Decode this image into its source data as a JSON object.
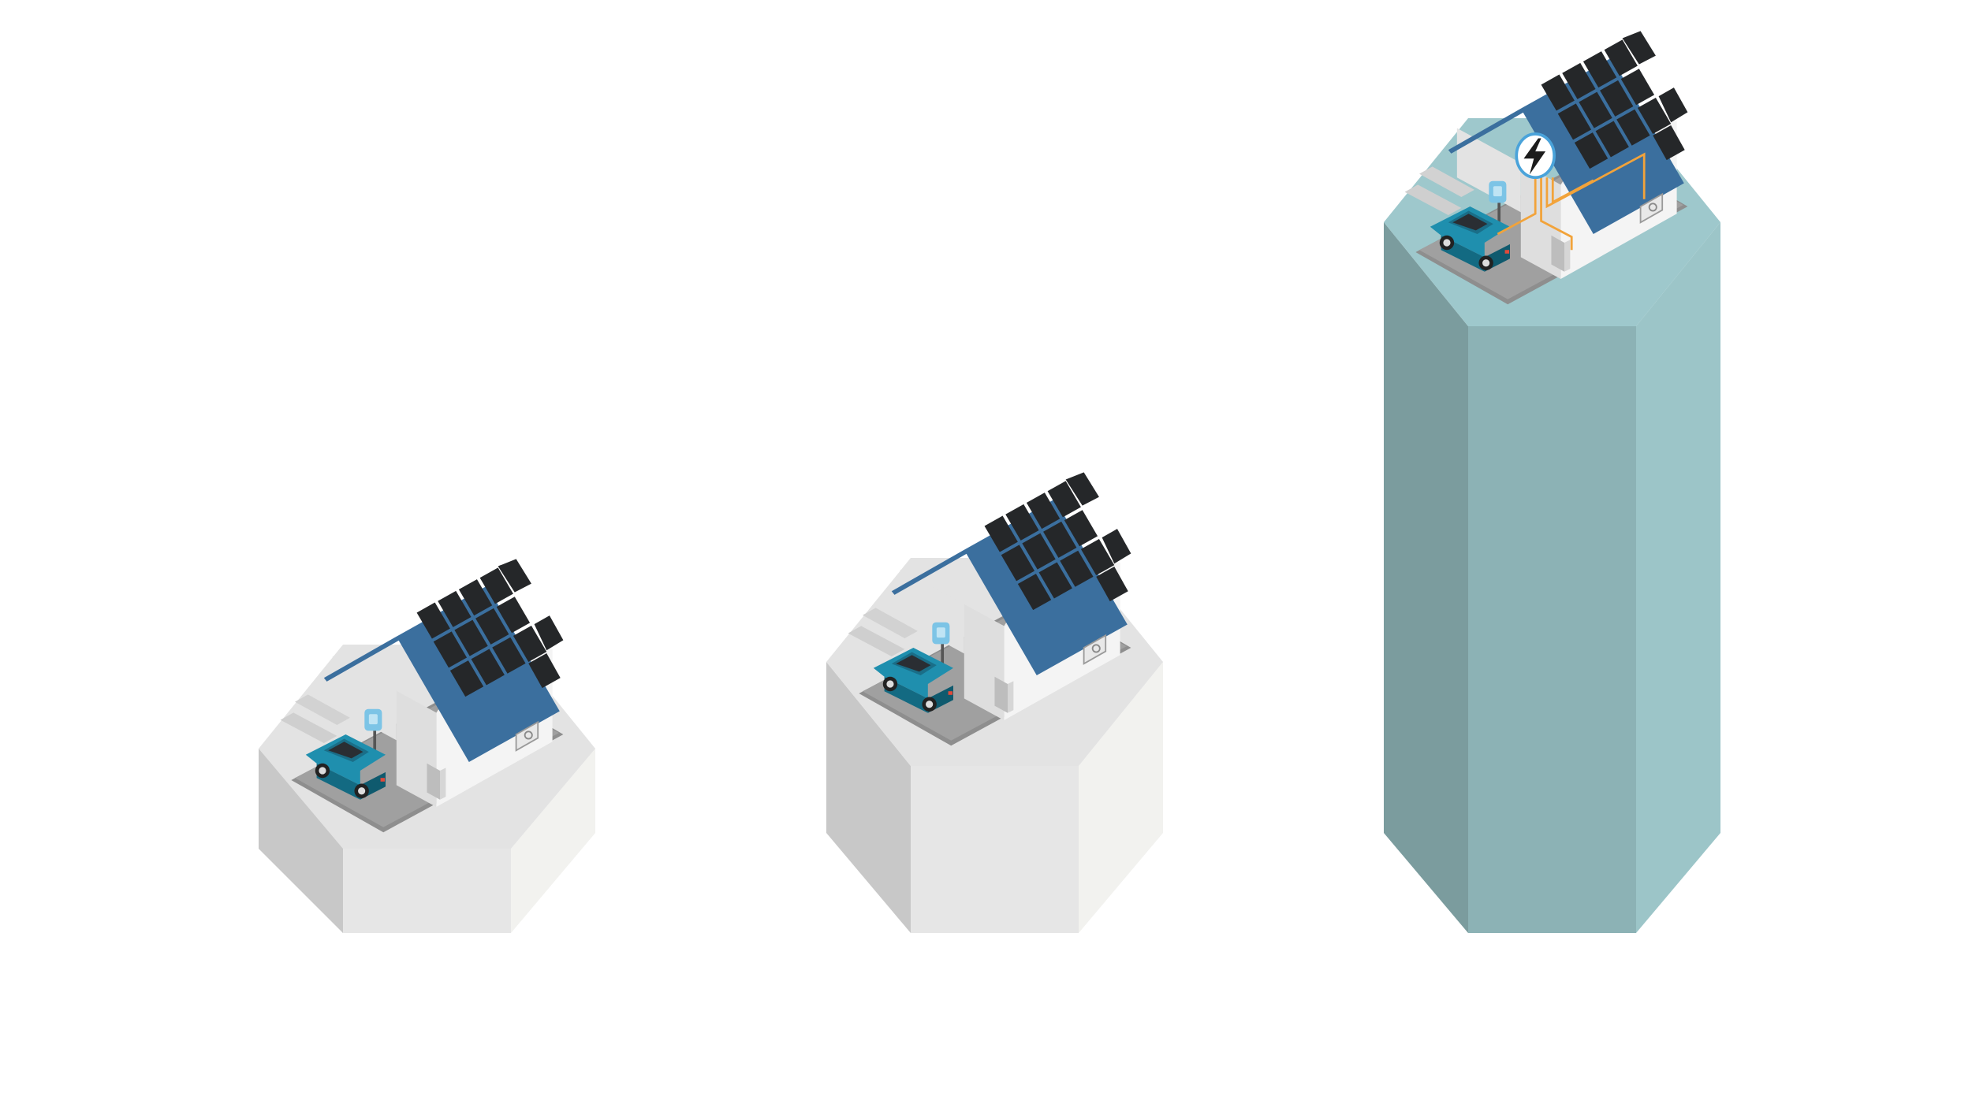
{
  "palette": {
    "background": "#ffffff",
    "grey_top": "#e3e3e3",
    "grey_left": "#c8c8c8",
    "grey_front": "#e6e6e6",
    "grey_right": "#f2f2ef",
    "teal_top": "#9ec8cc",
    "teal_left": "#7b9c9e",
    "teal_front": "#8cb2b5",
    "teal_right": "#9cc5c8",
    "roof_frame": "#3b6f9e",
    "solar_cell": "#252729",
    "house_wall": "#f4f4f4",
    "house_side": "#dcdcdc",
    "car_body": "#1f8fae",
    "car_roof": "#1a6e88",
    "charger": "#7cc4e6",
    "energy_line": "#f2a33a",
    "energy_icon_ring": "#4aa3da",
    "driveway": "#8e8e8e"
  },
  "columns": [
    {
      "id": "small",
      "theme": "grey",
      "level": 1,
      "icons": [
        "house-icon",
        "solar-panel-icon",
        "electric-car-icon",
        "ev-charger-icon",
        "heat-pump-icon"
      ]
    },
    {
      "id": "medium",
      "theme": "grey",
      "level": 2,
      "icons": [
        "house-icon",
        "solar-panel-icon",
        "electric-car-icon",
        "ev-charger-icon",
        "heat-pump-icon"
      ]
    },
    {
      "id": "large",
      "theme": "teal",
      "level": 5,
      "icons": [
        "house-icon",
        "solar-panel-icon",
        "electric-car-icon",
        "ev-charger-icon",
        "heat-pump-icon",
        "lightning-bolt-icon",
        "energy-connection-icon"
      ]
    }
  ]
}
